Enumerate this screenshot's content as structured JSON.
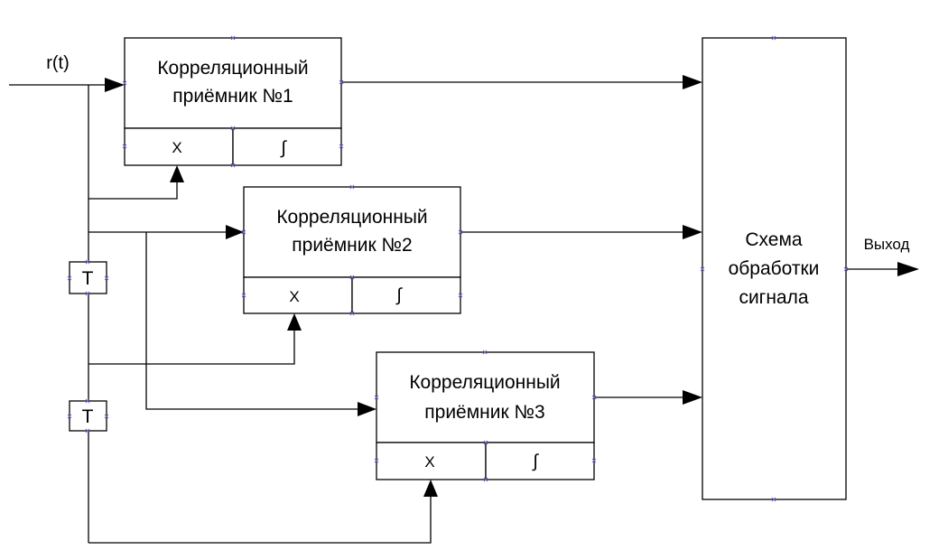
{
  "input_label": "r(t)",
  "output_label": "Выход",
  "processor": {
    "lines": [
      "Схема",
      "обработки",
      "сигнала"
    ]
  },
  "receivers": [
    {
      "line1": "Корреляционный",
      "line2": "приёмник №1",
      "mult": "X",
      "integ": "∫"
    },
    {
      "line1": "Корреляционный",
      "line2": "приёмник №2",
      "mult": "X",
      "integ": "∫"
    },
    {
      "line1": "Корреляционный",
      "line2": "приёмник №3",
      "mult": "X",
      "integ": "∫"
    }
  ],
  "delays": [
    {
      "label": "T"
    },
    {
      "label": "T"
    }
  ]
}
